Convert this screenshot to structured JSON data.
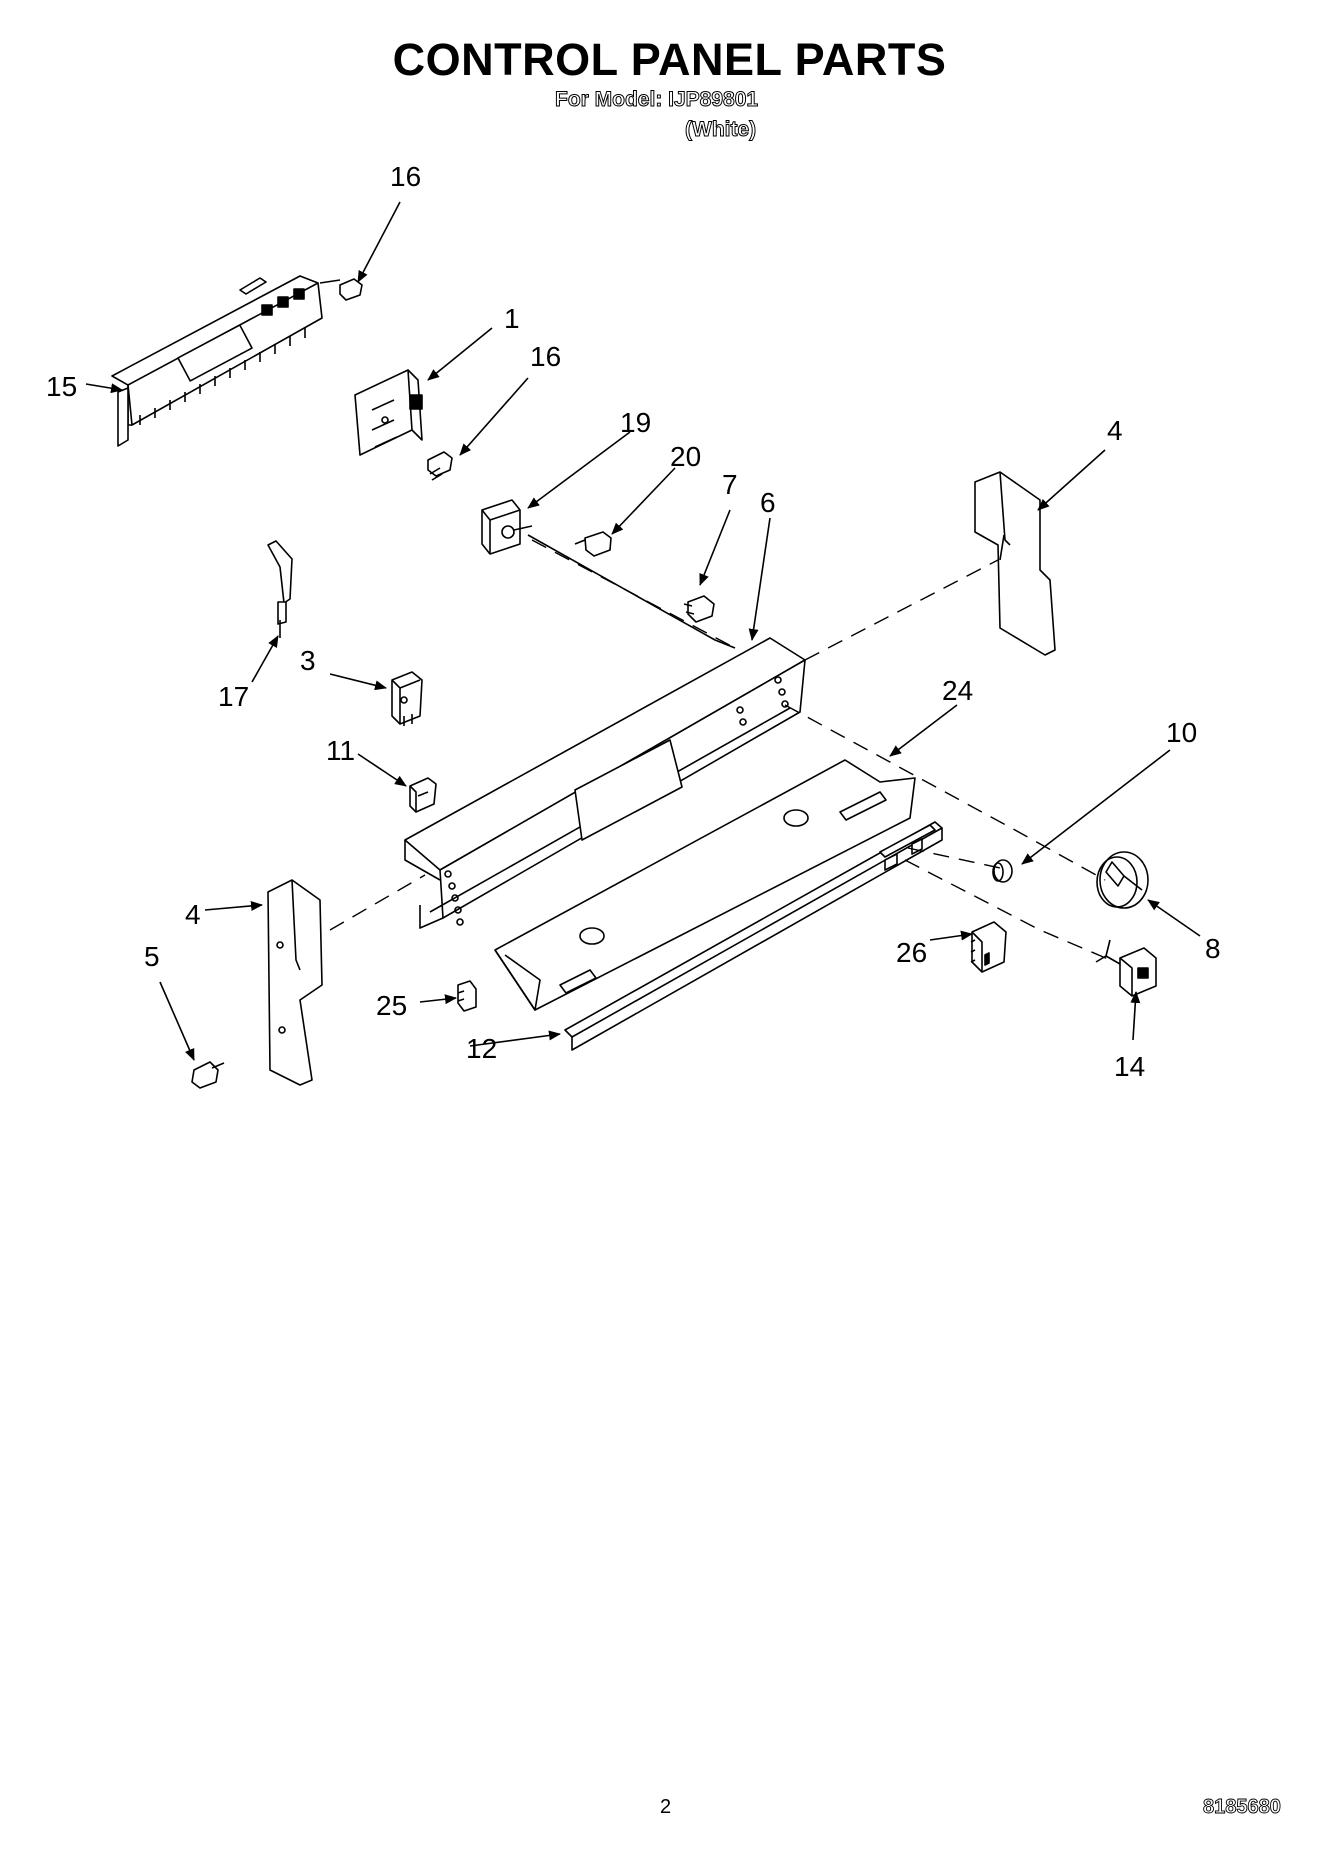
{
  "header": {
    "title": "CONTROL PANEL PARTS",
    "model_line": "For Model: IJP89801",
    "variant": "(White)"
  },
  "callouts": {
    "c16a": "16",
    "c15": "15",
    "c1": "1",
    "c16b": "16",
    "c19": "19",
    "c20": "20",
    "c7": "7",
    "c6": "6",
    "c4a": "4",
    "c17": "17",
    "c3": "3",
    "c24": "24",
    "c10": "10",
    "c11": "11",
    "c4b": "4",
    "c5": "5",
    "c8": "8",
    "c26": "26",
    "c25": "25",
    "c12": "12",
    "c14": "14"
  },
  "footer": {
    "page_number": "2",
    "doc_number": "8185680"
  }
}
